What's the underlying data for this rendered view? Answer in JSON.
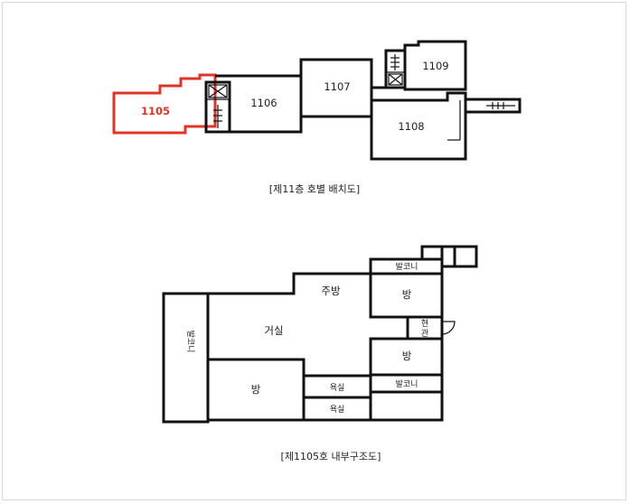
{
  "floor_plan": {
    "units": [
      "1105",
      "1106",
      "1107",
      "1108",
      "1109"
    ],
    "highlighted_unit": "1105",
    "highlight_color": "#e0342a",
    "caption": "[제11층 호별 배치도]"
  },
  "unit_plan": {
    "rooms": {
      "balcony_top": "발코니",
      "kitchen": "주방",
      "room_top_right": "방",
      "entrance": "현관",
      "living": "거실",
      "room_mid_right": "방",
      "balcony_right": "발코니",
      "balcony_left": "발코니",
      "room_bottom_left": "방",
      "bath_1": "욕실",
      "bath_2": "욕실"
    },
    "caption": "[제1105호 내부구조도]"
  }
}
